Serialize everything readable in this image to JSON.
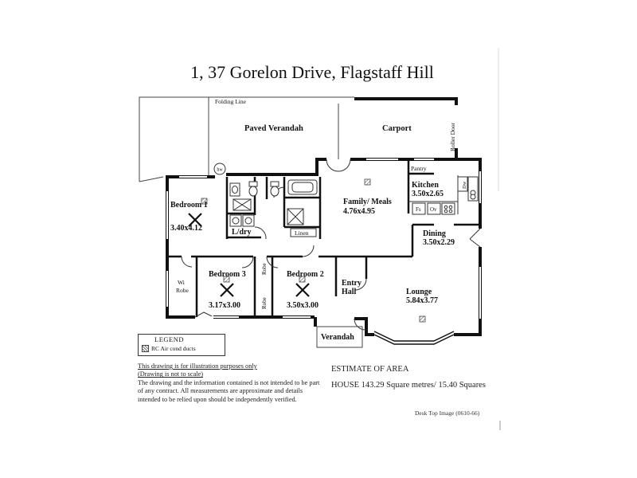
{
  "title": "1, 37  Gorelon Drive,  Flagstaff Hill",
  "plan_labels": {
    "folding_line": "Folding Line",
    "paved_verandah": "Paved Verandah",
    "carport": "Carport",
    "roller_door": "Roller Door",
    "hw": "hw",
    "pantry": "Pantry",
    "kitchen": "Kitchen",
    "kitchen_size": "3.50x2.65",
    "dw": "Dw",
    "fs": "Fs",
    "ov": "Ov",
    "family": "Family/ Meals",
    "family_size": "4.76x4.95",
    "bedroom1": "Bedroom 1",
    "bedroom1_size": "3.40x4.12",
    "ldry": "L/dry",
    "linen": "Linen",
    "dining": "Dining",
    "dining_size": "3.50x2.29",
    "wi": "Wi",
    "robe": "Robe",
    "robe_a": "Robe",
    "robe_b": "Robe",
    "bedroom3": "Bedroom 3",
    "bedroom3_size": "3.17x3.00",
    "bedroom2": "Bedroom 2",
    "bedroom2_size": "3.50x3.00",
    "entry": "Entry",
    "hall": "Hall",
    "lounge": "Lounge",
    "lounge_size": "5.84x3.77",
    "verandah": "Verandah"
  },
  "legend": {
    "heading": "LEGEND",
    "item": "RC Air cond ducts"
  },
  "disclaimer": {
    "line1": "This drawing is for illustration purposes only",
    "line2": "(Drawing is not to scale)",
    "body": "The drawing and the information contained is not intended to be part of any contract.  All measurements are approximate and details intended to be relied upon should be independently verified."
  },
  "estimate_heading": "ESTIMATE OF AREA",
  "house_area": "HOUSE  143.29 Square metres/ 15.40 Squares",
  "image_ref": "Desk Top Image  (0610-66)"
}
